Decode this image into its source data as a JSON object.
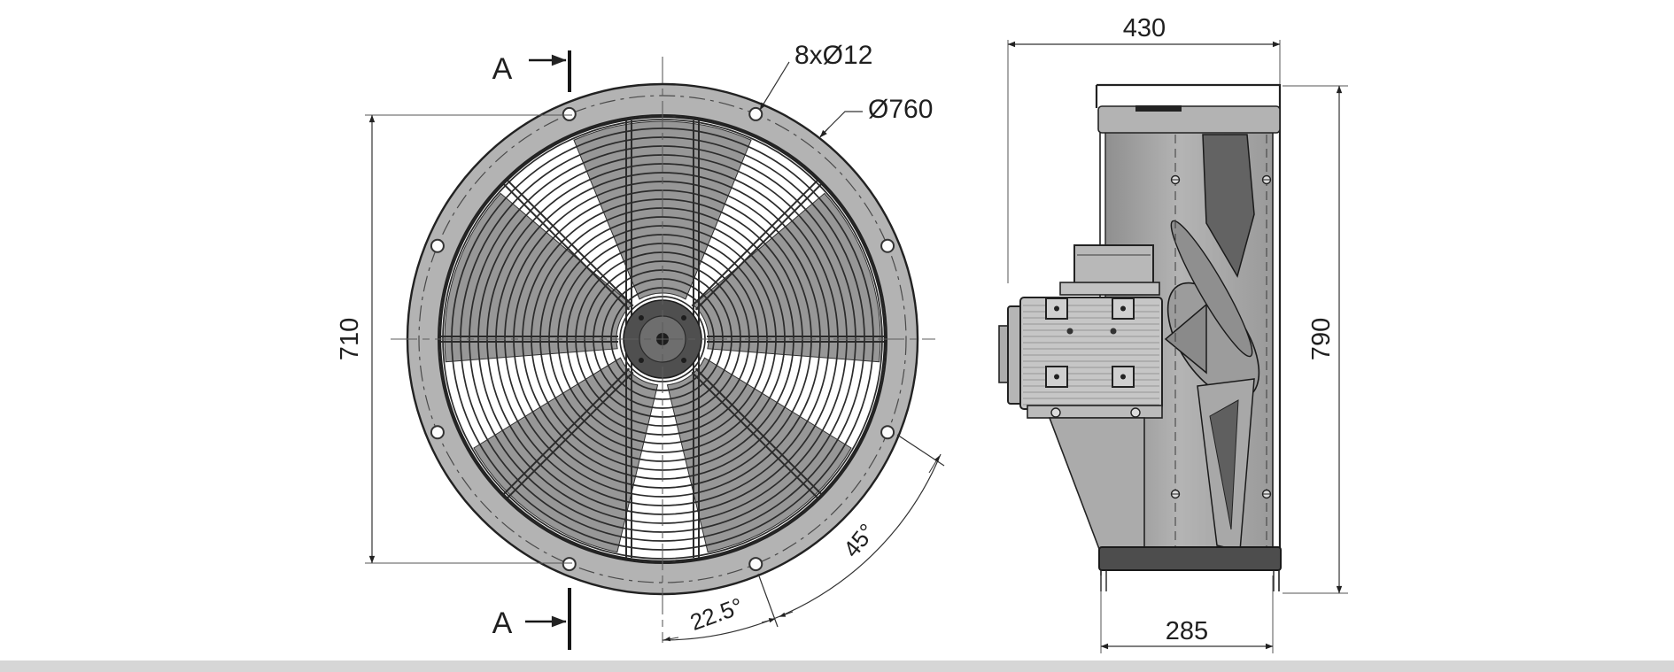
{
  "front_view": {
    "section_marker_top": "A",
    "section_marker_bottom": "A",
    "holes_callout": "8xØ12",
    "outer_diameter_callout": "Ø760",
    "vertical_span_dim": "710",
    "hole_offset_angle_dim": "22.5°",
    "hole_spacing_angle_dim": "45°"
  },
  "side_view": {
    "depth_dim": "430",
    "overall_height_dim": "790",
    "base_width_dim": "285"
  },
  "colors": {
    "flange_gray": "#b3b3b3",
    "base_dark": "#4d4d4d",
    "footer_strip": "#d6d6d6"
  }
}
